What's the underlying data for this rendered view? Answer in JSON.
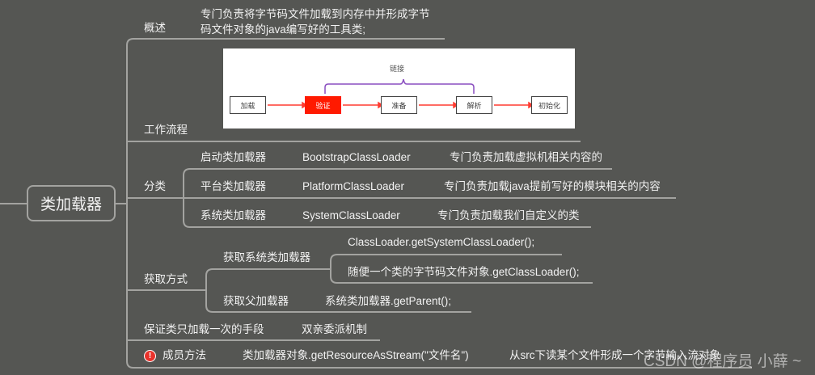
{
  "root": {
    "label": "类加载器"
  },
  "overview": {
    "label": "概述",
    "desc_line1": "专门负责将字节码文件加载到内存中并形成字节",
    "desc_line2": "码文件对象的java编写好的工具类;"
  },
  "workflow": {
    "label": "工作流程",
    "image": {
      "steps": [
        "加载",
        "验证",
        "准备",
        "解析",
        "初始化"
      ],
      "highlighted_step": "验证",
      "bracket_label": "链接",
      "colors": {
        "arrow": "#ff3b30",
        "highlight": "#ff1a00",
        "bracket": "#8a4fc0"
      }
    }
  },
  "classification": {
    "label": "分类",
    "items": [
      {
        "name": "启动类加载器",
        "class": "BootstrapClassLoader",
        "desc": "专门负责加载虚拟机相关内容的"
      },
      {
        "name": "平台类加载器",
        "class": "PlatformClassLoader",
        "desc": "专门负责加载java提前写好的模块相关的内容"
      },
      {
        "name": "系统类加载器",
        "class": "SystemClassLoader",
        "desc": "专门负责加载我们自定义的类"
      }
    ]
  },
  "obtain": {
    "label": "获取方式",
    "system": {
      "label": "获取系统类加载器",
      "ways": [
        "ClassLoader.getSystemClassLoader();",
        "随便一个类的字节码文件对象.getClassLoader();"
      ]
    },
    "parent": {
      "label": "获取父加载器",
      "value": "系统类加载器.getParent();"
    }
  },
  "guarantee": {
    "label": "保证类只加载一次的手段",
    "value": "双亲委派机制"
  },
  "member": {
    "icon": "exclamation-1-icon",
    "icon_text": "!",
    "label": "成员方法",
    "method": "类加载器对象.getResourceAsStream(\"文件名\")",
    "desc": "从src下读某个文件形成一个字节输入流对象"
  },
  "watermark": "CSDN @程序员 小薛 ~",
  "colors": {
    "background": "#555653",
    "line": "#a3a3a0",
    "text": "#f2f2f2",
    "warning": "#e8322b"
  }
}
